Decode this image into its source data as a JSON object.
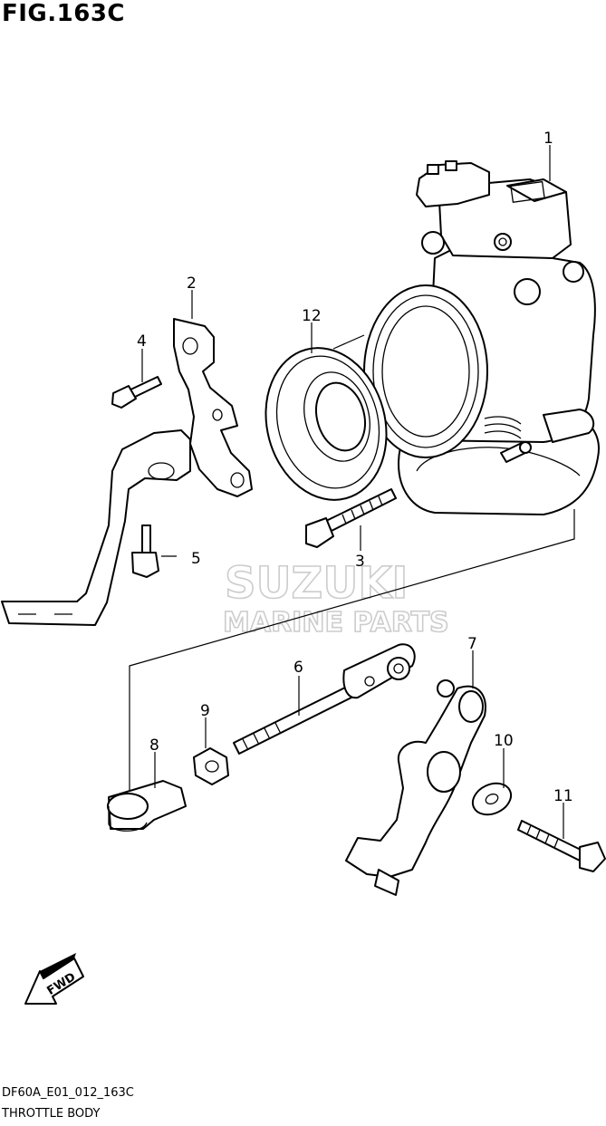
{
  "figure": {
    "title": "FIG.163C"
  },
  "watermark": {
    "line1": "SUZUKI",
    "line2": "MARINE PARTS"
  },
  "callouts": [
    "1",
    "2",
    "3",
    "4",
    "5",
    "6",
    "7",
    "8",
    "9",
    "10",
    "11",
    "12"
  ],
  "direction_arrow": {
    "label": "FWD"
  },
  "footer": {
    "code": "DF60A_E01_012_163C",
    "name": "THROTTLE BODY"
  }
}
